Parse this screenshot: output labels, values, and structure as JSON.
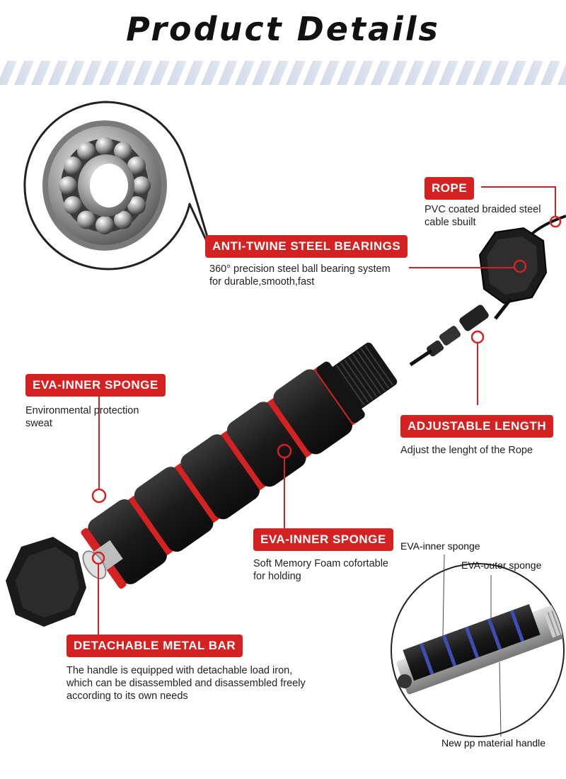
{
  "title": "Product Details",
  "callouts": {
    "rope": {
      "tag": "ROPE",
      "desc": [
        "PVC coated braided steel",
        "cable sbuilt"
      ]
    },
    "bearings": {
      "tag": "ANTI-TWINE STEEL BEARINGS",
      "desc": [
        "360° precision steel ball bearing system",
        "for durable,smooth,fast"
      ]
    },
    "eva_sponge_top": {
      "tag": "EVA-INNER SPONGE",
      "desc": [
        "Environmental protection",
        "sweat"
      ]
    },
    "adjustable": {
      "tag": "ADJUSTABLE LENGTH",
      "desc": [
        "Adjust the lenght of the Rope"
      ]
    },
    "eva_sponge_mid": {
      "tag": "EVA-INNER SPONGE",
      "desc": [
        "Soft Memory Foam cofortable",
        "for holding"
      ]
    },
    "metal_bar": {
      "tag": "DETACHABLE METAL BAR",
      "desc": [
        "The handle is equipped with detachable load iron,",
        "which can be disassembled and disassembled freely",
        "according to its own needs"
      ]
    }
  },
  "cutaway": {
    "inner": "EVA-inner sponge",
    "outer": "EVA-outer sponge",
    "handle": "New pp material handle"
  },
  "colors": {
    "accent": "#d42222",
    "dark": "#1a1a1a"
  }
}
